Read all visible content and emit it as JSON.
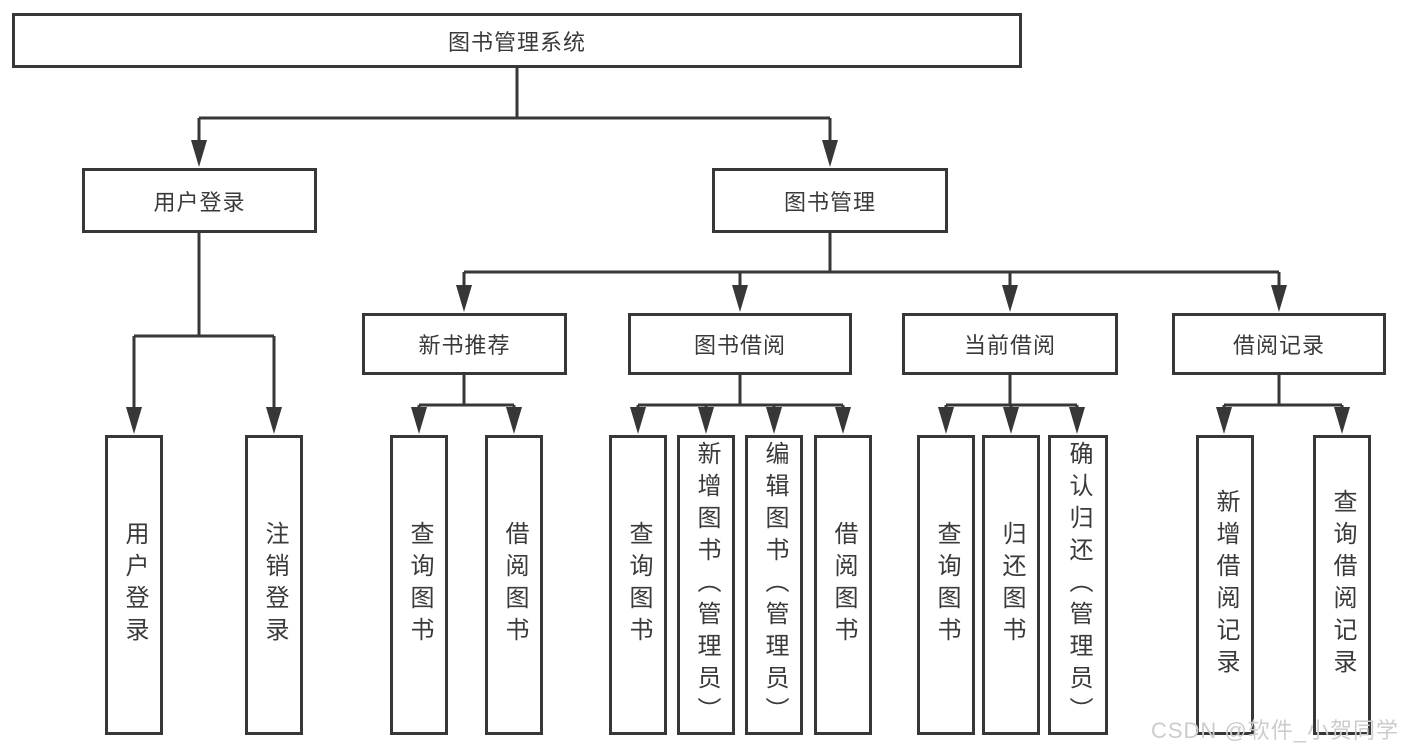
{
  "tree": {
    "label": "图书管理系统",
    "children": [
      {
        "label": "用户登录",
        "children": [
          {
            "label": "用户登录"
          },
          {
            "label": "注销登录"
          }
        ]
      },
      {
        "label": "图书管理",
        "children": [
          {
            "label": "新书推荐",
            "children": [
              {
                "label": "查询图书"
              },
              {
                "label": "借阅图书"
              }
            ]
          },
          {
            "label": "图书借阅",
            "children": [
              {
                "label": "查询图书"
              },
              {
                "label": "新增图书（管理员）"
              },
              {
                "label": "编辑图书（管理员）"
              },
              {
                "label": "借阅图书"
              }
            ]
          },
          {
            "label": "当前借阅",
            "children": [
              {
                "label": "查询图书"
              },
              {
                "label": "归还图书"
              },
              {
                "label": "确认归还（管理员）"
              }
            ]
          },
          {
            "label": "借阅记录",
            "children": [
              {
                "label": "新增借阅记录"
              },
              {
                "label": "查询借阅记录"
              }
            ]
          }
        ]
      }
    ]
  },
  "watermark": "CSDN @软件_小贺同学",
  "colors": {
    "line": "#373737",
    "text": "#3a3a3a",
    "background": "#ffffff",
    "watermark": "#cccccc"
  }
}
